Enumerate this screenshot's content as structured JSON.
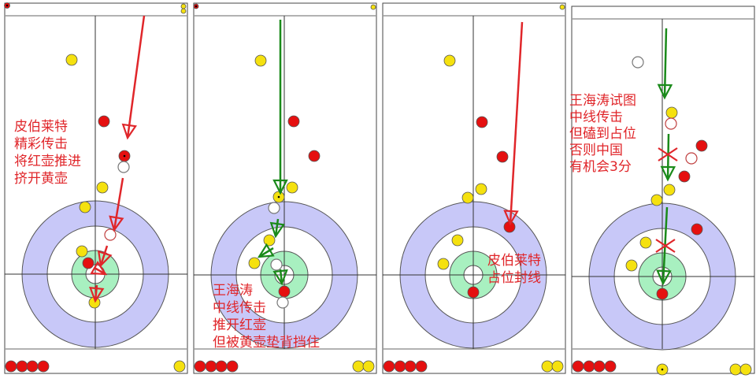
{
  "colors": {
    "red_stone": "#e51010",
    "yellow_stone": "#f5e10f",
    "ring_blue": "#c8c8f8",
    "ring_green": "#a8f0c0",
    "arrow_red": "#e0262a",
    "arrow_green": "#1a8a1a",
    "caption": "#e0262a"
  },
  "panels": [
    {
      "id": "shot-1",
      "caption": [
        "皮伯莱特",
        "精彩传击",
        "将红壶推进",
        "挤开黄壶"
      ]
    },
    {
      "id": "shot-2",
      "caption": [
        "王海涛",
        "中线传击",
        "推开红壶",
        "但被黄壶垫背挡住"
      ]
    },
    {
      "id": "shot-3",
      "caption": [
        "皮伯莱特",
        "占位封线"
      ]
    },
    {
      "id": "shot-4",
      "caption": [
        "王海涛试图",
        "中线传击",
        "但磕到占位",
        "否则中国",
        "有机会3分"
      ]
    }
  ]
}
